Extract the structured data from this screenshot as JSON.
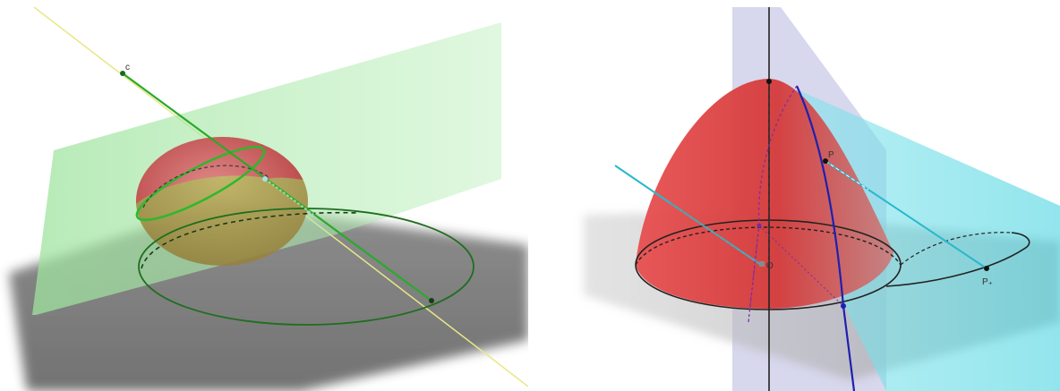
{
  "left_figure": {
    "point_label": "c",
    "colors": {
      "plane": "#8fdd8f",
      "axis_line": "#22aa22",
      "ellipse": "#1f6e1f",
      "ellipsoid_top": "#c94a4a",
      "ellipsoid_bottom": "#9f8f3a",
      "shadow": "#555555"
    }
  },
  "right_figure": {
    "point_labels": [
      "P",
      "O",
      "P₊"
    ],
    "colors": {
      "paraboloid": "#d63a3a",
      "blue_curve": "#1f1fb0",
      "cyan_plane": "#5fdce6",
      "lavender_plane": "#b8b8e0",
      "projection_line": "#2ab8cc"
    }
  }
}
